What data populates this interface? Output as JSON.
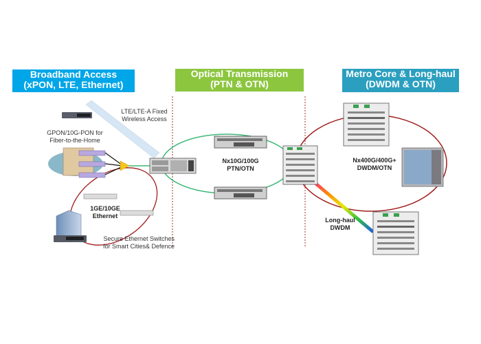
{
  "sections": {
    "broadband": {
      "line1": "Broadband Access",
      "line2": "(xPON, LTE, Ethernet)",
      "color": "#00a6e8"
    },
    "optical": {
      "line1": "Optical Transmission",
      "line2": "(PTN & OTN)",
      "color": "#8cc63f"
    },
    "metro": {
      "line1": "Metro Core & Long-haul",
      "line2": "(DWDM & OTN)",
      "color": "#2b9fbf"
    }
  },
  "labels": {
    "lte_line1": "LTE/LTE-A Fixed",
    "lte_line2": "Wireless Access",
    "gpon_line1": "GPON/10G-PON for",
    "gpon_line2": "Fiber-to-the-Home",
    "ethernet_line1": "1GE/10GE",
    "ethernet_line2": "Ethernet",
    "secure_line1": "Secure Ethernet Switches",
    "secure_line2": "for Smart Cities& Defence",
    "ptn_line1": "Nx10G/100G",
    "ptn_line2": "PTN/OTN",
    "dwdm_line1": "Nx400G/400G+",
    "dwdm_line2": "DWDM/OTN",
    "longhaul_line1": "Long-haul",
    "longhaul_line2": "DWDM"
  },
  "colors": {
    "ring_green": "#3cb878",
    "ring_red": "#a01c1c",
    "divider": "#b05050"
  }
}
